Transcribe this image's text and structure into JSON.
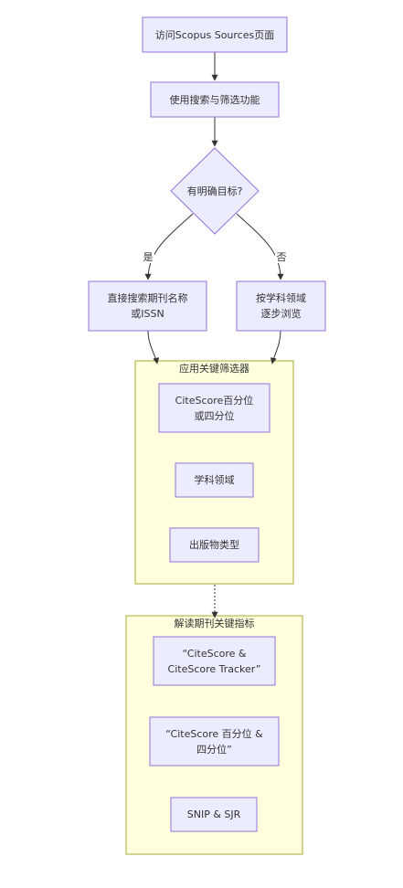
{
  "nodes": {
    "visit": "访问Scopus Sources页面",
    "use_search": "使用搜索与筛选功能",
    "decision": "有明确目标?",
    "direct_search": [
      "直接搜索期刊名称",
      "或ISSN"
    ],
    "browse": [
      "按学科领域",
      "逐步浏览"
    ],
    "citescore_pct": [
      "CiteScore百分位",
      "或四分位"
    ],
    "subject": "学科领域",
    "pub_type": "出版物类型",
    "cs_tracker": [
      "“CiteScore &",
      "CiteScore Tracker”"
    ],
    "cs_pct_quartile": [
      "“CiteScore 百分位 &",
      "四分位”"
    ],
    "snip_sjr": "SNIP & SJR"
  },
  "clusters": {
    "filters": "应用关键筛选器",
    "metrics": "解读期刊关键指标"
  },
  "edge_labels": {
    "yes": "是",
    "no": "否"
  }
}
